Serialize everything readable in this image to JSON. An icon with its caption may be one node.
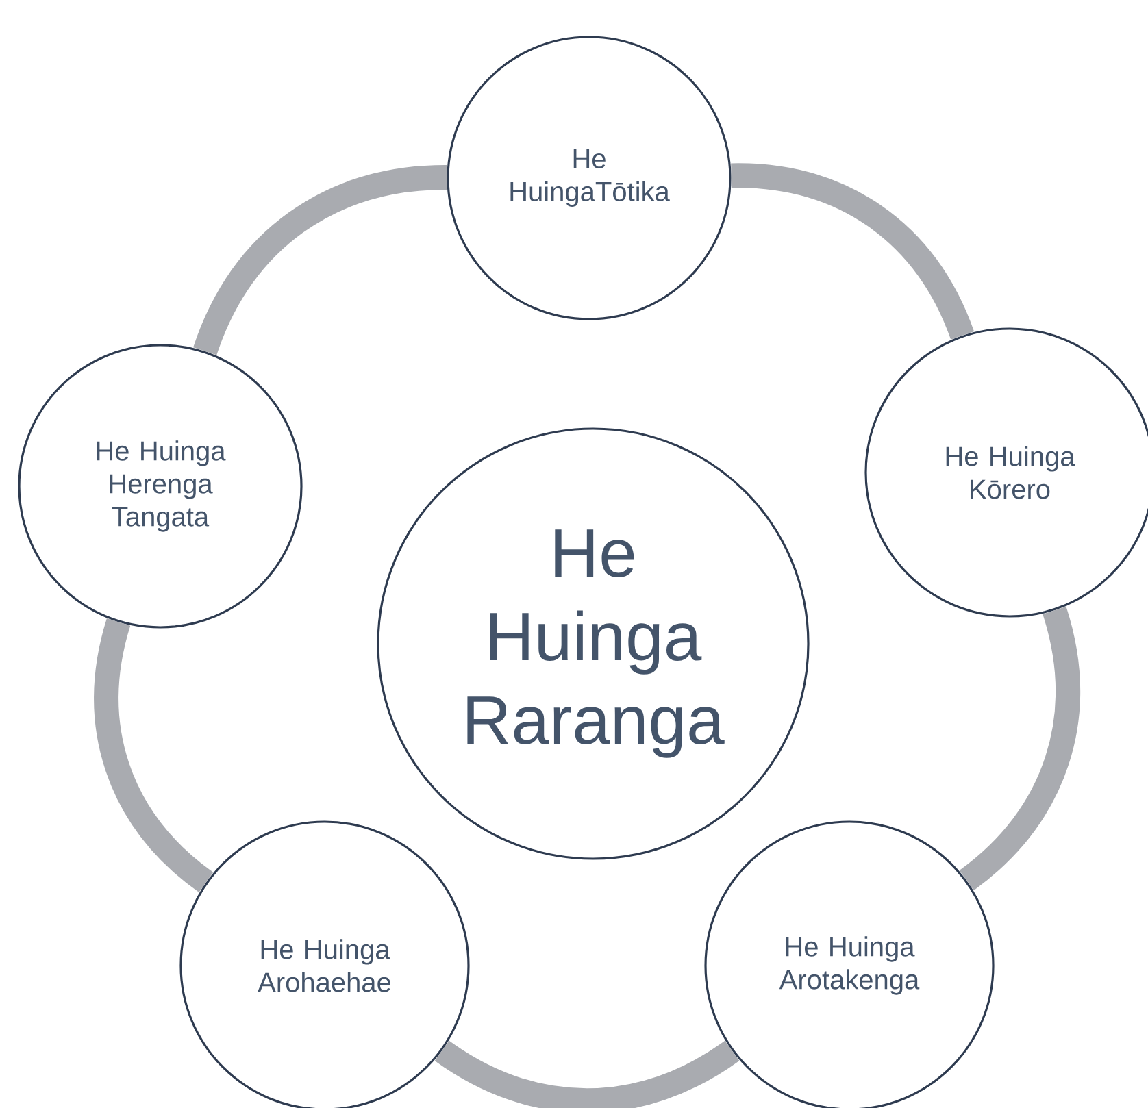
{
  "diagram": {
    "nodes": [
      {
        "text": [
          "He HuingaTōtika"
        ]
      },
      {
        "text": [
          "He Huinga Herenga Tangata"
        ]
      },
      {
        "text": [
          "He Huinga Kōrero"
        ]
      },
      {
        "text": [
          "He Huinga Raranga"
        ]
      },
      {
        "text": [
          "He Huinga Arohaehae"
        ]
      },
      {
        "text": [
          "He Huinga Arotakenga"
        ]
      }
    ],
    "edges": [
      {
        "from": 0,
        "to": 2,
        "arrow": "none"
      },
      {
        "from": 2,
        "to": 5,
        "arrow": "none"
      },
      {
        "from": 5,
        "to": 4,
        "arrow": "none"
      },
      {
        "from": 4,
        "to": 1,
        "arrow": "none"
      },
      {
        "from": 1,
        "to": 0,
        "arrow": "none"
      }
    ]
  }
}
